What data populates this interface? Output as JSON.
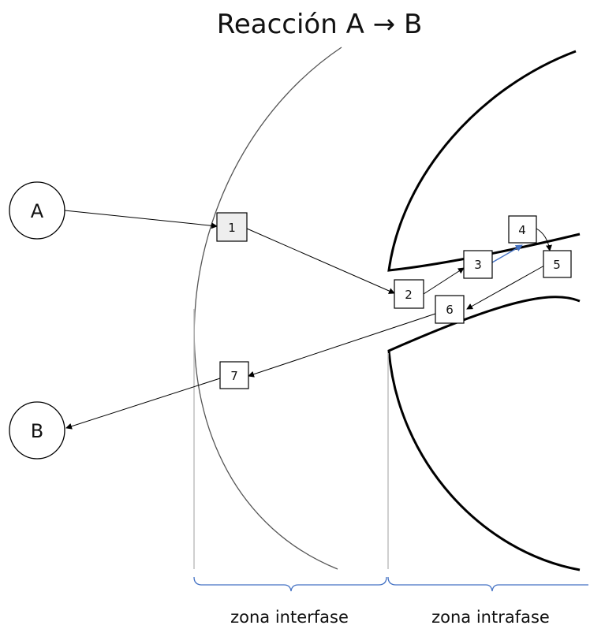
{
  "title": "Reacción A → B",
  "nodes": {
    "a": "A",
    "b": "B"
  },
  "steps": [
    "1",
    "2",
    "3",
    "4",
    "5",
    "6",
    "7"
  ],
  "zones": {
    "interfase": "zona interfase",
    "intrafase": "zona intrafase"
  },
  "colors": {
    "line": "#000000",
    "guide": "#bfbfbf",
    "brace": "#4472c4",
    "arrow_blue": "#4472c4",
    "step1_fill": "#eeeeee"
  }
}
